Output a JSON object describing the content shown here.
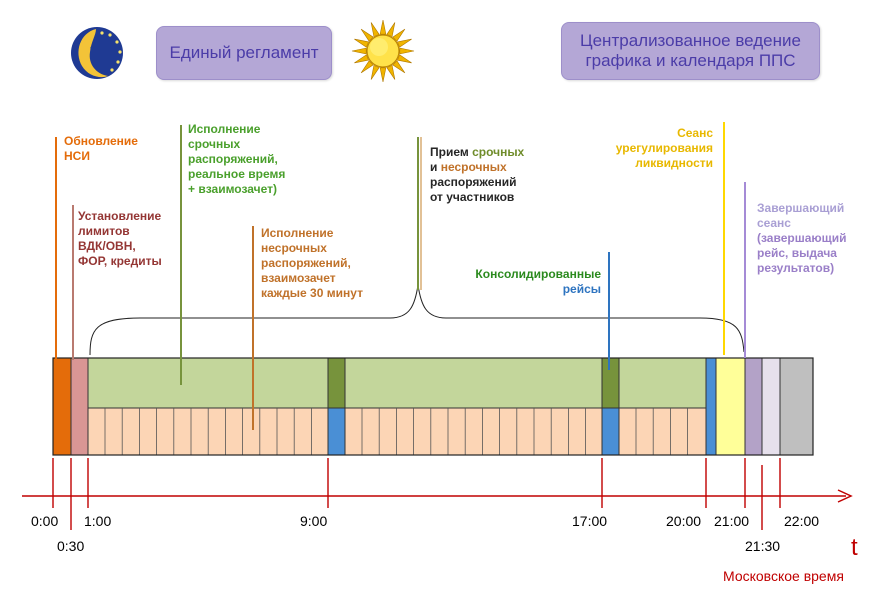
{
  "header": {
    "box_left": "Единый регламент",
    "box_right": "Централизованное ведение\nграфика и календаря ППС"
  },
  "icons": [
    "moon-stars-icon",
    "sun-icon"
  ],
  "labels": {
    "nsi": "Обновление\nНСИ",
    "limits": "Установление\nлимитов\nВДК/ОВН,\nФОР, кредиты",
    "urgent_a": "Исполнение\nсрочных\nраспоряжений,\nреальное время\n+ взаимозачет)",
    "nonurgent": "Исполнение\nнесрочных\nраспоряжений,\nвзаимозачет\nкаждые 30 минут",
    "receive_l1a": "Прием ",
    "receive_l1b": "срочных",
    "receive_l2a": "и ",
    "receive_l2b": "несрочных",
    "receive_rest": "распоряжений\nот участников",
    "consol_a": "Консолидированные",
    "consol_b": "рейсы",
    "liquidity": "Сеанс\nурегулирования\nликвидности",
    "final_a": "Завершающий\nсеанс",
    "final_b": "(завершающий\nрейс, выдача\nрезультатов)"
  },
  "axis": {
    "ticks": [
      "0:00",
      "0:30",
      "1:00",
      "9:00",
      "17:00",
      "20:00",
      "21:00",
      "21:30",
      "22:00"
    ],
    "t_letter": "t",
    "caption": "Московское время"
  },
  "colors": {
    "orange": "#e46c0a",
    "pink": "#d99694",
    "light_green": "#c3d69b",
    "dark_green": "#77933c",
    "peach": "#fcd5b5",
    "blue": "#4a8fd5",
    "yellow": "#ffff99",
    "purple": "#b3a2c7",
    "light_purple": "#e6e0ec",
    "gray": "#bfbfbf",
    "axis_red": "#c00000"
  }
}
